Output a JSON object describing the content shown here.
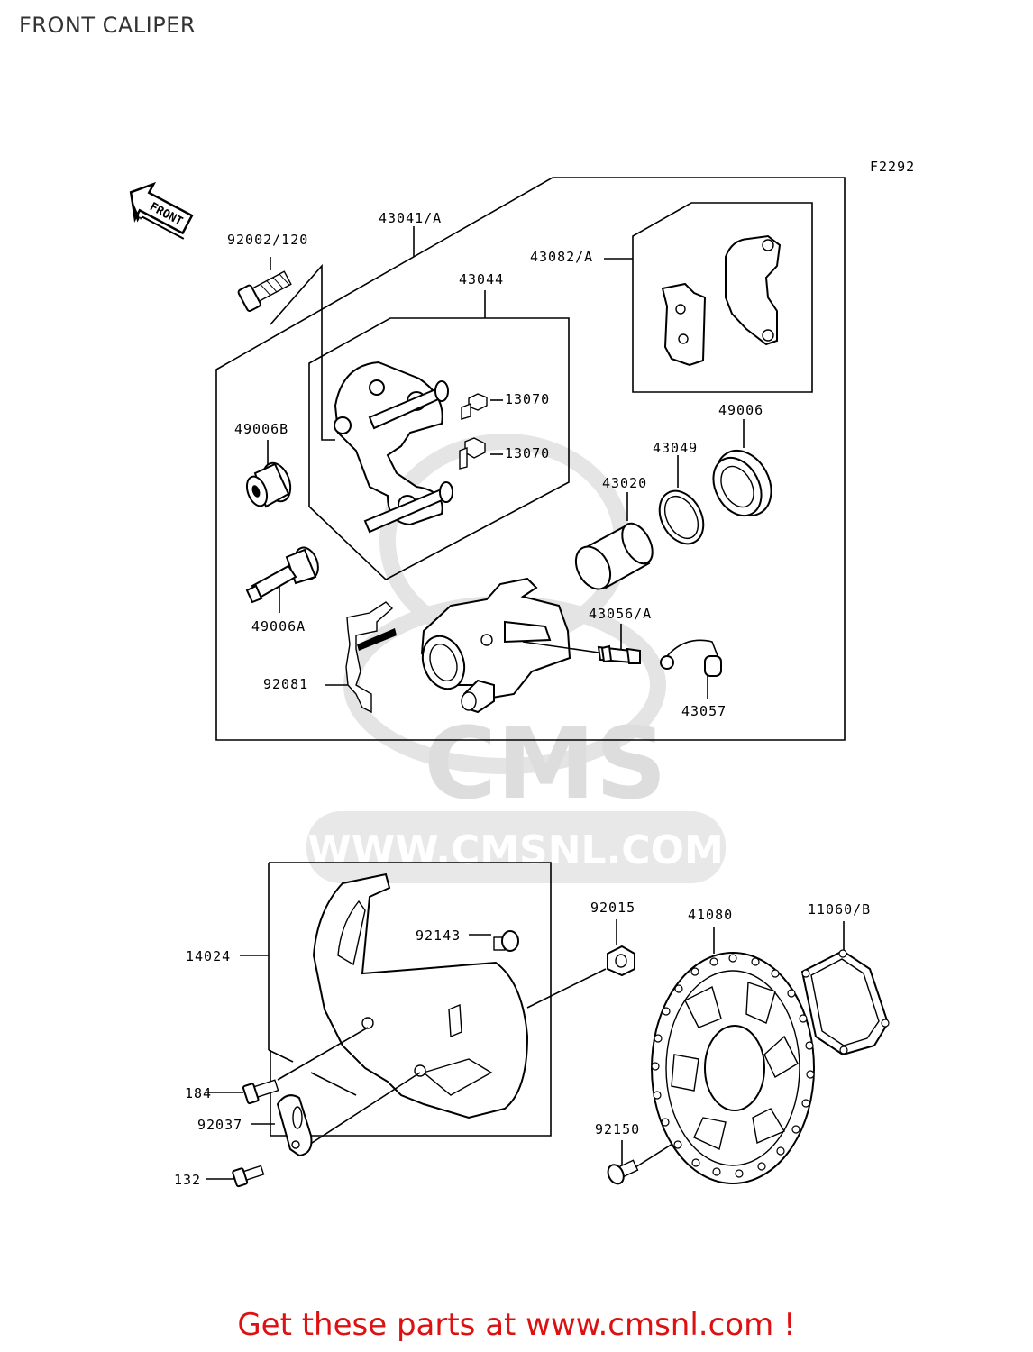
{
  "page": {
    "title": "FRONT CALIPER",
    "figure_code": "F2292"
  },
  "watermark": {
    "brand": "CMS",
    "url": "WWW.CMSNL.COM"
  },
  "front_arrow": {
    "label": "FRONT"
  },
  "labels": {
    "p43041A": "43041/A",
    "p92002_120": "92002/120",
    "p43044": "43044",
    "p43082A": "43082/A",
    "p13070_a": "13070",
    "p13070_b": "13070",
    "p49006B": "49006B",
    "p49006": "49006",
    "p43049": "43049",
    "p43020": "43020",
    "p49006A": "49006A",
    "p43056A": "43056/A",
    "p92081": "92081",
    "p43057": "43057",
    "p92015": "92015",
    "p41080": "41080",
    "p11060B": "11060/B",
    "p92143": "92143",
    "p14024": "14024",
    "p184": "184",
    "p92037": "92037",
    "p132": "132",
    "p92150": "92150"
  },
  "footer": {
    "cta": "Get these parts at www.cmsnl.com !",
    "color": "#dd1111"
  }
}
